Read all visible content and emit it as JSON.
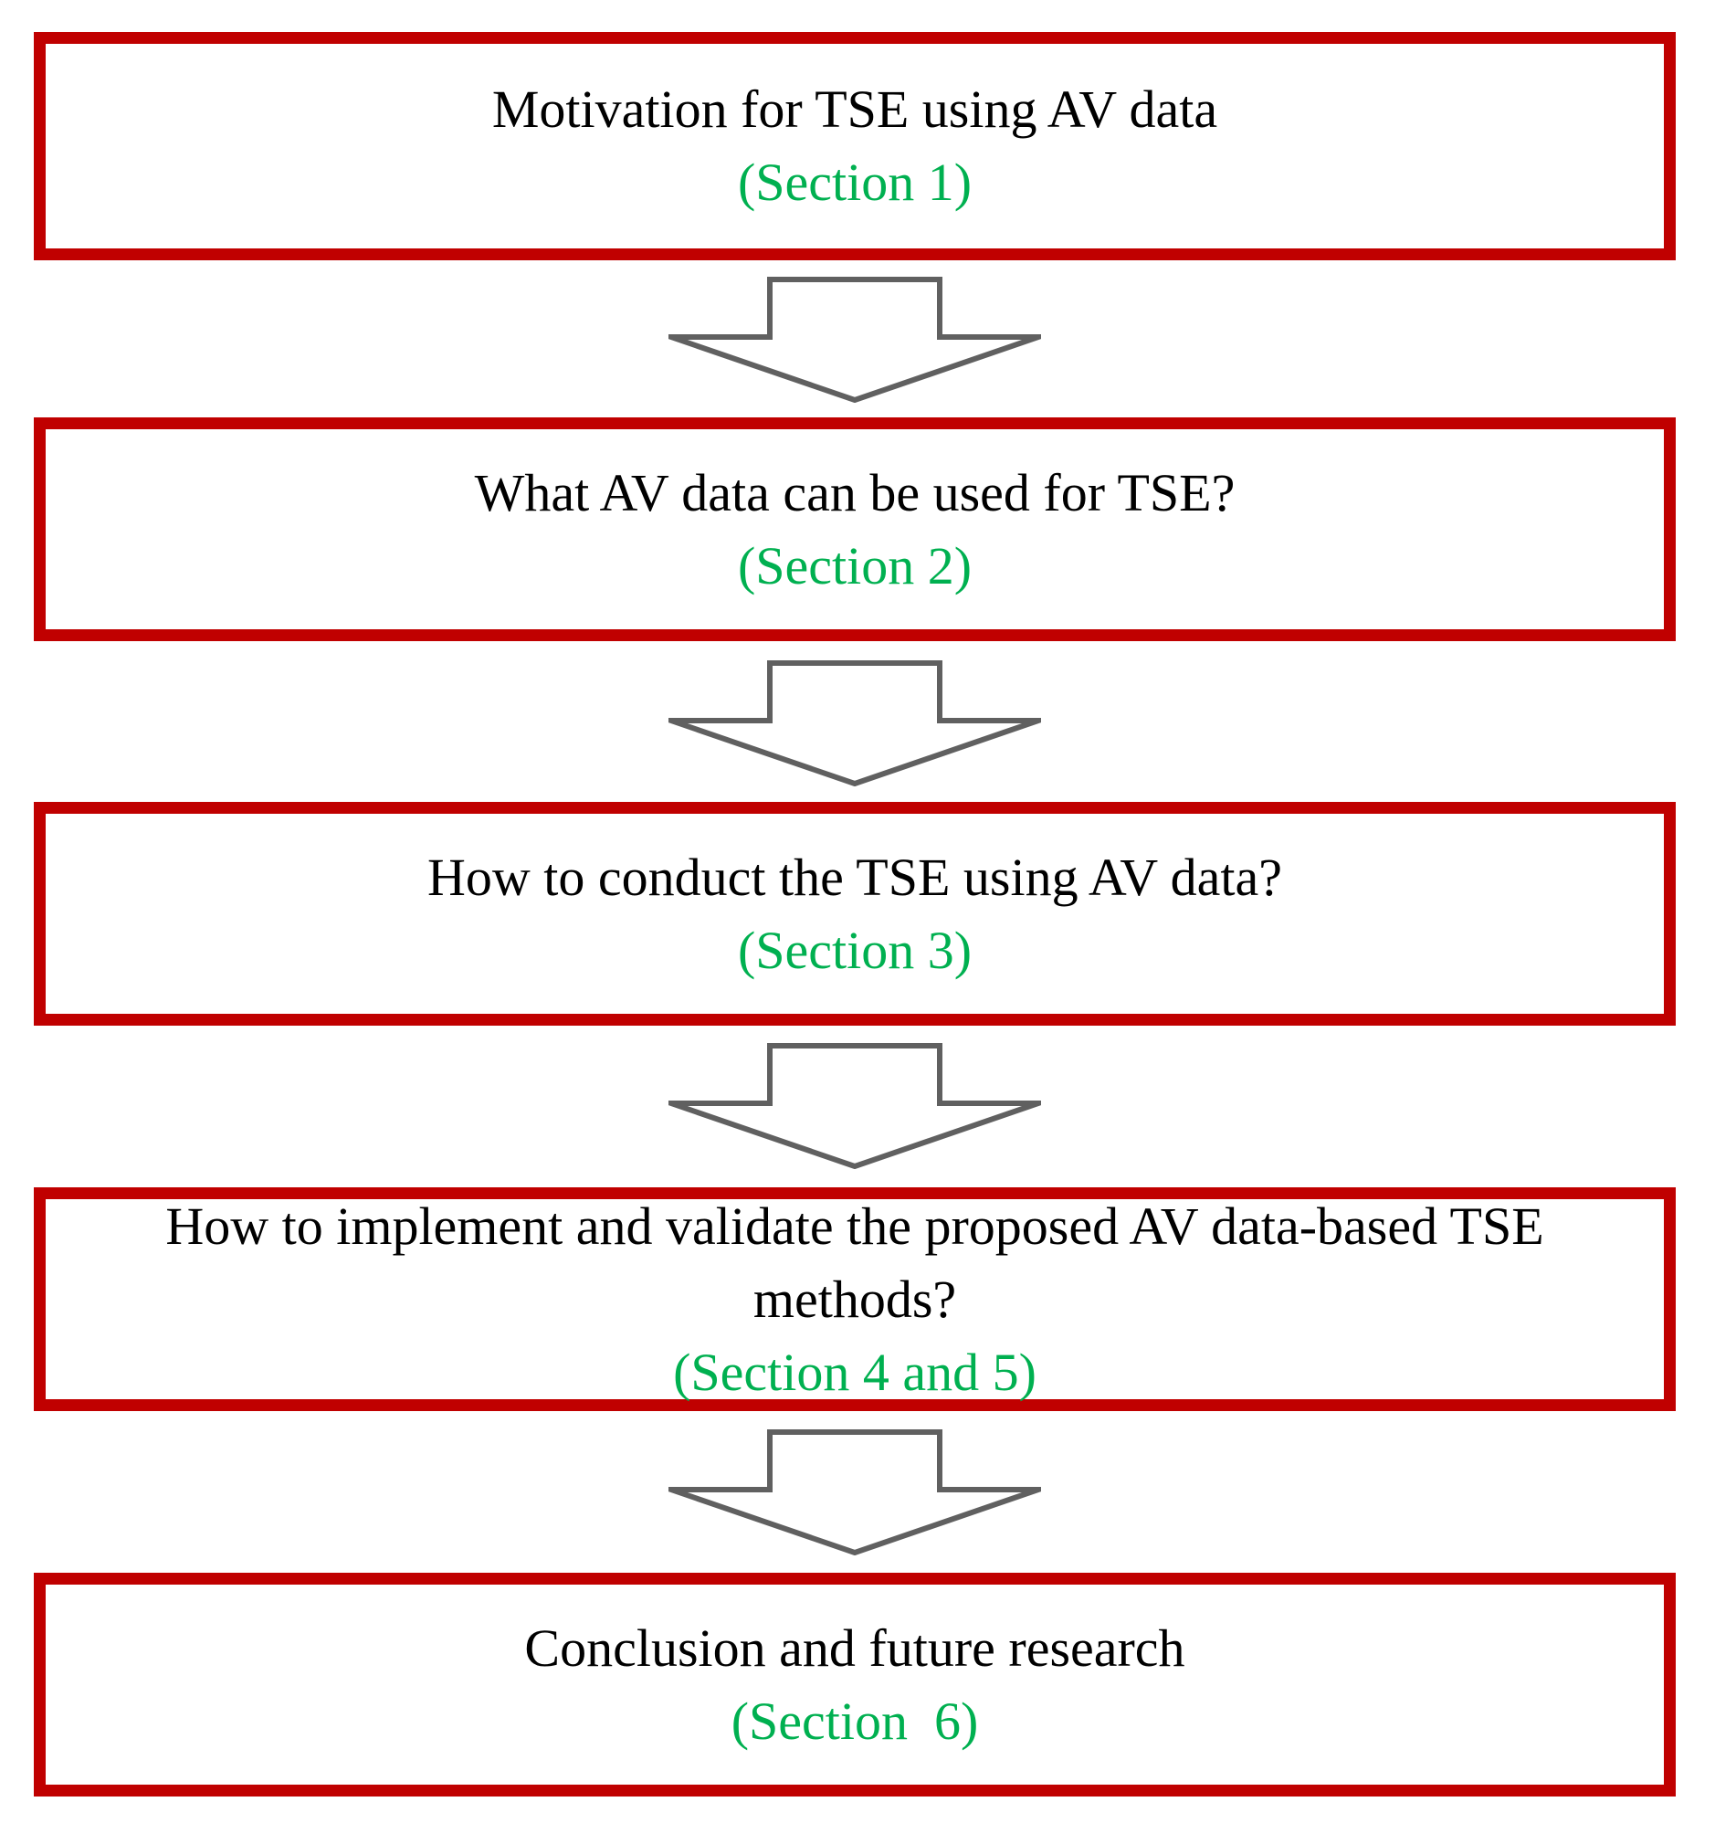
{
  "flowchart": {
    "colors": {
      "box_border": "#C00000",
      "section_text": "#00B050",
      "arrow": "#606060",
      "title_text": "#000000",
      "page_bg": "#FFFFFF"
    },
    "arrow_icon": "down-arrow",
    "boxes": [
      {
        "title_lines": [
          "Motivation for TSE using AV data"
        ],
        "section": "(Section 1)"
      },
      {
        "title_lines": [
          "What AV data can be used for TSE?"
        ],
        "section": "(Section 2)"
      },
      {
        "title_lines": [
          "How to conduct the TSE using AV data?"
        ],
        "section": "(Section 3)"
      },
      {
        "title_lines": [
          "How to implement and validate the proposed AV data-based TSE",
          "methods?"
        ],
        "section": "(Section 4 and 5)"
      },
      {
        "title_lines": [
          "Conclusion and future research"
        ],
        "section": "(Section  6)"
      }
    ]
  }
}
